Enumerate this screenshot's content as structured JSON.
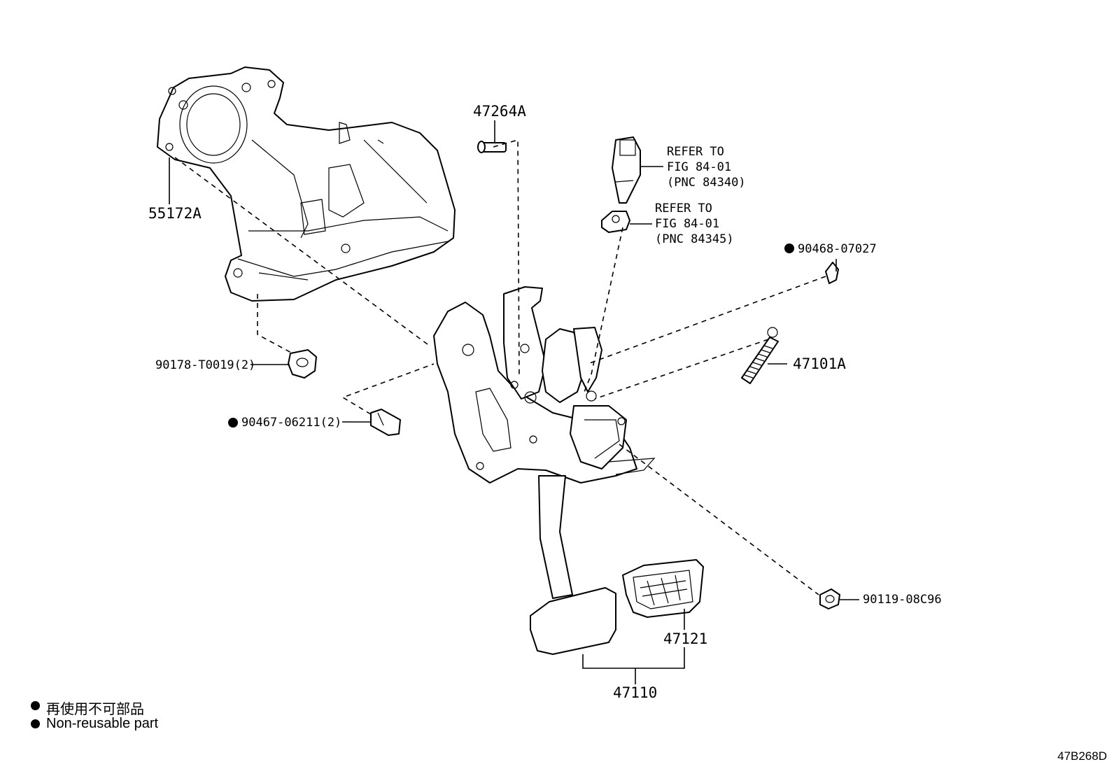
{
  "labels": {
    "bracket": "55172A",
    "pin": "47264A",
    "nut": "90178-T0019(2)",
    "clip_bolt": "90467-06211(2)",
    "clip": "90468-07027",
    "spring": "47101A",
    "bolt": "90119-08C96",
    "pad": "47121",
    "pedal": "47110"
  },
  "refer1": {
    "line1": "REFER TO",
    "line2": "FIG 84-01",
    "line3": "(PNC 84340)"
  },
  "refer2": {
    "line1": "REFER TO",
    "line2": "FIG 84-01",
    "line3": "(PNC 84345)"
  },
  "legend": {
    "jp": "再使用不可部品",
    "en": "Non-reusable part"
  },
  "figure_code": "47B268D",
  "non_reusable_marker": "●"
}
